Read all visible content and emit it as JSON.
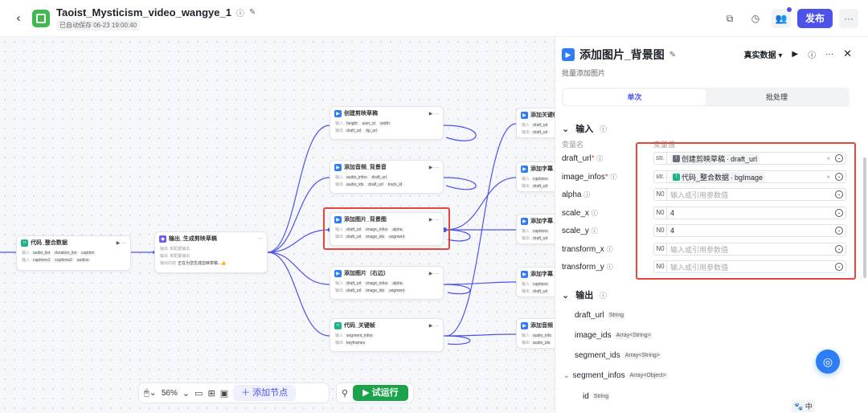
{
  "header": {
    "title": "Taoist_Mysticism_video_wangye_1",
    "saved": "已自动保存 06-23 19:00:40",
    "publish": "发布"
  },
  "bottom": {
    "zoom": "56%",
    "add_node": "添加节点",
    "run": "试运行"
  },
  "canvas": {
    "n1": {
      "title": "代码_整合数据",
      "in_label": "输入",
      "r1": [
        "audio_list",
        "duration_list",
        "caption"
      ],
      "r2": [
        "captions1",
        "captions2",
        "audios"
      ]
    },
    "n2": {
      "title": "输出_生成剪映草稿",
      "l1": "输出",
      "v1": "未配置输出",
      "l2": "输出",
      "v2": "未配置输出",
      "l3": "输出内容",
      "v3": "正在为您生成剪映草稿...👍"
    },
    "n3": {
      "title": "创建剪映草稿",
      "r1": [
        "height",
        "user_id",
        "width"
      ],
      "r2": [
        "draft_url",
        "tip_url"
      ]
    },
    "n4": {
      "title": "添加音频_背景音",
      "r1": [
        "audio_infos",
        "draft_url"
      ],
      "r2": [
        "audio_ids",
        "draft_url",
        "track_id"
      ]
    },
    "n5": {
      "title": "添加图片_背景图",
      "r1": [
        "draft_url",
        "image_infos",
        "alpha"
      ],
      "r2": [
        "draft_url",
        "image_ids",
        "segment"
      ]
    },
    "n6": {
      "title": "添加图片（右边）",
      "r1": [
        "draft_url",
        "image_infos",
        "alpha"
      ],
      "r2": [
        "draft_url",
        "image_ids",
        "segment"
      ]
    },
    "n7": {
      "title": "代码_关键帧",
      "r1": [
        "segment_infos"
      ],
      "r2": [
        "keyframes"
      ]
    },
    "n8": {
      "title": "添加关键帧",
      "r1": [
        "draft_url"
      ],
      "r2": [
        "draft_url"
      ]
    },
    "n9": {
      "title": "添加字幕_开",
      "r1": [
        "captions"
      ],
      "r2": [
        "draft_url"
      ]
    },
    "n10": {
      "title": "添加字幕_开",
      "r1": [
        "captions"
      ],
      "r2": [
        "draft_url"
      ]
    },
    "n11": {
      "title": "添加字幕_开",
      "r1": [
        "captions"
      ],
      "r2": [
        "draft_url"
      ]
    },
    "n12": {
      "title": "添加音频",
      "r1": [
        "audio_info"
      ],
      "r2": [
        "audio_ids"
      ]
    }
  },
  "panel": {
    "title": "添加图片_背景图",
    "subtitle": "批量添加图片",
    "mode": "真实数据",
    "tabs": [
      "单次",
      "批处理"
    ],
    "input_section": "输入",
    "col_name": "变量名",
    "col_value": "变量值",
    "params": [
      {
        "name": "draft_url",
        "required": true,
        "type": "str.",
        "ref_node": "创建剪映草稿",
        "ref_var": "draft_url",
        "ref_color": "#6b6f7a",
        "placeholder": ""
      },
      {
        "name": "image_infos",
        "required": true,
        "type": "str.",
        "ref_node": "代码_整合数据",
        "ref_var": "bgImage",
        "ref_color": "#20b28c",
        "placeholder": ""
      },
      {
        "name": "alpha",
        "required": false,
        "type": "N0",
        "value": "",
        "placeholder": "输入或引用参数值"
      },
      {
        "name": "scale_x",
        "required": false,
        "type": "N0",
        "value": "4",
        "placeholder": ""
      },
      {
        "name": "scale_y",
        "required": false,
        "type": "N0",
        "value": "4",
        "placeholder": ""
      },
      {
        "name": "transform_x",
        "required": false,
        "type": "N0",
        "value": "",
        "placeholder": "输入或引用参数值"
      },
      {
        "name": "transform_y",
        "required": false,
        "type": "N0",
        "value": "",
        "placeholder": "输入或引用参数值"
      }
    ],
    "output_section": "输出",
    "outputs": [
      {
        "name": "draft_url",
        "type": "String"
      },
      {
        "name": "image_ids",
        "type": "Array<String>"
      },
      {
        "name": "segment_ids",
        "type": "Array<String>"
      },
      {
        "name": "segment_infos",
        "type": "Array<Object>"
      },
      {
        "name": "id",
        "type": "String"
      }
    ],
    "ime": "中"
  },
  "colors": {
    "accent": "#4d53e8",
    "highlight": "#e2463c",
    "run": "#1aa34a"
  }
}
